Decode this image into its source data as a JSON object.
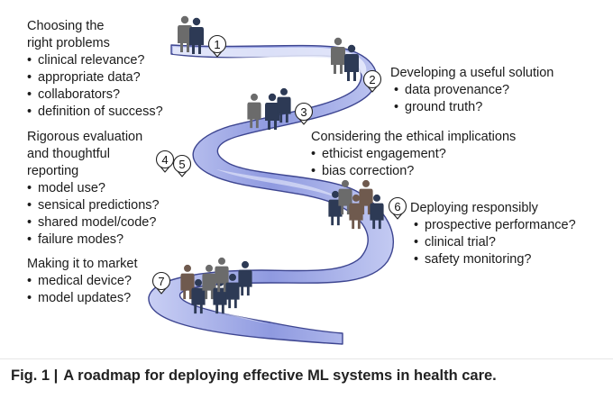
{
  "stages": [
    {
      "number": "1",
      "title": "Choosing the\nright problems",
      "items": [
        "clinical relevance?",
        "appropriate data?",
        "collaborators?",
        "definition of success?"
      ]
    },
    {
      "number": "2",
      "title": "Developing a useful solution",
      "items": [
        "data provenance?",
        "ground truth?"
      ]
    },
    {
      "number": "3",
      "title": "Considering the ethical implications",
      "items": [
        "ethicist engagement?",
        "bias correction?"
      ]
    },
    {
      "number": "4",
      "title": "Rigorous evaluation\nand thoughtful\nreporting",
      "items": [
        "model use?",
        "sensical predictions?",
        "shared model/code?",
        "failure modes?"
      ]
    },
    {
      "number": "5",
      "title": "",
      "items": []
    },
    {
      "number": "6",
      "title": "Deploying responsibly",
      "items": [
        "prospective performance?",
        "clinical trial?",
        "safety monitoring?"
      ]
    },
    {
      "number": "7",
      "title": "Making it to market",
      "items": [
        "medical device?",
        "model updates?"
      ]
    }
  ],
  "caption": {
    "label": "Fig. 1 |",
    "text": "A roadmap for deploying effective ML systems in health care."
  },
  "colors": {
    "road_light": "#e9ecfb",
    "road_mid": "#b8c0ee",
    "road_dark": "#6f7bd0",
    "road_edge": "#3d4590",
    "person_dark": "#2d3a55",
    "person_gray": "#6b6b6b",
    "person_brown": "#6f5a4e"
  }
}
